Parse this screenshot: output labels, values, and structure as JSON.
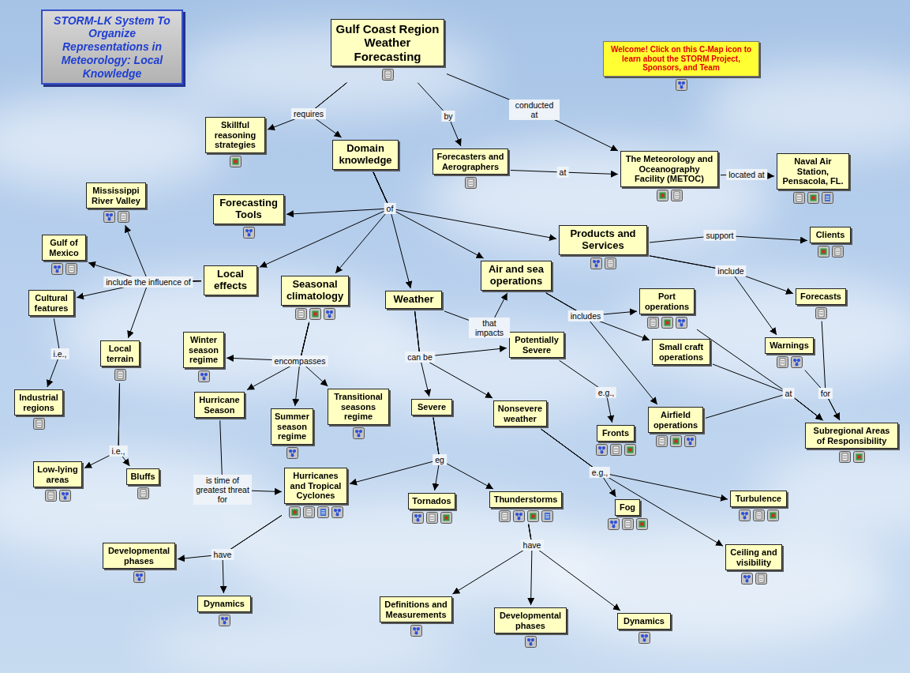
{
  "diagram": {
    "title": "STORM-LK System To Organize Representations in Meteorology: Local Knowledge",
    "nodes": [
      {
        "text": [
          "Gulf Coast Region Weather Forecasting"
        ]
      },
      {
        "text": [
          "Welcome! Click on this C-Map icon to learn about the STORM Project, Sponsors, and Team"
        ]
      },
      {
        "text": [
          "Skillful reasoning strategies"
        ]
      },
      {
        "text": [
          "Domain knowledge"
        ]
      },
      {
        "text": [
          "Forecasters and Aerographers"
        ]
      },
      {
        "text": [
          "The Meteorology and Oceanography Facility (METOC)"
        ]
      },
      {
        "text": [
          "Naval Air Station, Pensacola, FL."
        ]
      },
      {
        "text": [
          "Mississippi River Valley"
        ]
      },
      {
        "text": [
          "Forecasting Tools"
        ]
      },
      {
        "text": [
          "Products and Services"
        ]
      },
      {
        "text": [
          "Clients"
        ]
      },
      {
        "text": [
          "Gulf of Mexico"
        ]
      },
      {
        "text": [
          "Local effects"
        ]
      },
      {
        "text": [
          "Seasonal climatology"
        ]
      },
      {
        "text": [
          "Air and sea operations"
        ]
      },
      {
        "text": [
          "Weather"
        ]
      },
      {
        "text": [
          "Port operations"
        ]
      },
      {
        "text": [
          "Forecasts"
        ]
      },
      {
        "text": [
          "Cultural features"
        ]
      },
      {
        "text": [
          "Local terrain"
        ]
      },
      {
        "text": [
          "Winter season regime"
        ]
      },
      {
        "text": [
          "Potentially Severe"
        ]
      },
      {
        "text": [
          "Small craft operations"
        ]
      },
      {
        "text": [
          "Warnings"
        ]
      },
      {
        "text": [
          "Hurricane Season"
        ]
      },
      {
        "text": [
          "Transitional seasons regime"
        ]
      },
      {
        "text": [
          "Summer season regime"
        ]
      },
      {
        "text": [
          "Severe"
        ]
      },
      {
        "text": [
          "Nonsevere weather"
        ]
      },
      {
        "text": [
          "Industrial regions"
        ]
      },
      {
        "text": [
          "Fronts"
        ]
      },
      {
        "text": [
          "Airfield operations"
        ]
      },
      {
        "text": [
          "Subregional Areas of Responsibility"
        ]
      },
      {
        "text": [
          "Low-lying areas"
        ]
      },
      {
        "text": [
          "Bluffs"
        ]
      },
      {
        "text": [
          "Hurricanes and Tropical Cyclones"
        ]
      },
      {
        "text": [
          "Tornados"
        ]
      },
      {
        "text": [
          "Thunderstorms"
        ]
      },
      {
        "text": [
          "Turbulence"
        ]
      },
      {
        "text": [
          "Fog"
        ]
      },
      {
        "text": [
          "Developmental phases"
        ]
      },
      {
        "text": [
          "Ceiling and visibility"
        ]
      },
      {
        "text": [
          "Dynamics"
        ]
      },
      {
        "text": [
          "Definitions and Measurements"
        ]
      },
      {
        "text": [
          "Developmental phases"
        ]
      },
      {
        "text": [
          "Dynamics"
        ]
      }
    ],
    "edges": [
      {
        "from": 0,
        "to": 2,
        "label": "requires",
        "arrow": "to"
      },
      {
        "from": 0,
        "to": 3,
        "arrow": "to"
      },
      {
        "from": 0,
        "to": 4,
        "label": "by",
        "arrow": "to"
      },
      {
        "from": 0,
        "to": 5,
        "label": "conducted at",
        "arrow": "to"
      },
      {
        "from": 4,
        "to": 5,
        "label": "at",
        "arrow": "to"
      },
      {
        "from": 5,
        "to": 6,
        "label": "located at",
        "arrow": "to"
      },
      {
        "from": 3,
        "to": 8,
        "label": "of",
        "arrow": "to"
      },
      {
        "from": 3,
        "to": 12,
        "arrow": "to"
      },
      {
        "from": 3,
        "to": 13,
        "arrow": "to"
      },
      {
        "from": 3,
        "to": 15,
        "arrow": "to"
      },
      {
        "from": 3,
        "to": 14,
        "arrow": "to"
      },
      {
        "from": 3,
        "to": 9,
        "arrow": "to"
      },
      {
        "from": 9,
        "to": 10,
        "label": "support",
        "arrow": "to"
      },
      {
        "from": 9,
        "to": 17,
        "label": "include",
        "arrow": "to"
      },
      {
        "from": 9,
        "to": 23,
        "arrow": "to"
      },
      {
        "from": 12,
        "to": 7,
        "label": "include the influence of",
        "arrow": "to"
      },
      {
        "from": 12,
        "to": 11,
        "arrow": "to"
      },
      {
        "from": 12,
        "to": 18,
        "arrow": "to"
      },
      {
        "from": 12,
        "to": 19,
        "arrow": "to"
      },
      {
        "from": 18,
        "to": 29,
        "label": "i.e.,",
        "arrow": "to"
      },
      {
        "from": 19,
        "to": 33,
        "label": "i.e.,",
        "arrow": "to"
      },
      {
        "from": 19,
        "to": 34,
        "arrow": "to"
      },
      {
        "from": 13,
        "to": 20,
        "label": "encompasses",
        "arrow": "to"
      },
      {
        "from": 13,
        "to": 24,
        "arrow": "to"
      },
      {
        "from": 13,
        "to": 26,
        "arrow": "to"
      },
      {
        "from": 13,
        "to": 25,
        "arrow": "to"
      },
      {
        "from": 15,
        "to": 14,
        "label": "that impacts",
        "arrow": "to"
      },
      {
        "from": 15,
        "to": 21,
        "label": "can be",
        "arrow": "to"
      },
      {
        "from": 15,
        "to": 27,
        "arrow": "to"
      },
      {
        "from": 15,
        "to": 28,
        "arrow": "to"
      },
      {
        "from": 21,
        "to": 30,
        "label": "e.g.,",
        "arrow": "to"
      },
      {
        "from": 14,
        "to": 16,
        "label": "includes",
        "arrow": "to"
      },
      {
        "from": 14,
        "to": 22,
        "arrow": "to"
      },
      {
        "from": 14,
        "to": 31,
        "arrow": "to"
      },
      {
        "from": 16,
        "to": 32,
        "label": "at",
        "arrow": "to"
      },
      {
        "from": 22,
        "to": 32,
        "arrow": "to"
      },
      {
        "from": 31,
        "to": 32,
        "arrow": "to"
      },
      {
        "from": 17,
        "to": 32,
        "label": "for",
        "arrow": "to"
      },
      {
        "from": 23,
        "to": 32,
        "arrow": "to"
      },
      {
        "from": 27,
        "to": 35,
        "label": "eg",
        "arrow": "to"
      },
      {
        "from": 27,
        "to": 36,
        "arrow": "to"
      },
      {
        "from": 27,
        "to": 37,
        "arrow": "to"
      },
      {
        "from": 28,
        "to": 39,
        "label": "e.g.,",
        "arrow": "to"
      },
      {
        "from": 28,
        "to": 38,
        "arrow": "to"
      },
      {
        "from": 28,
        "to": 41,
        "arrow": "to"
      },
      {
        "from": 24,
        "to": 35,
        "label": "is time of greatest threat for",
        "arrow": "to"
      },
      {
        "from": 35,
        "to": 40,
        "label": "have",
        "arrow": "to"
      },
      {
        "from": 35,
        "to": 42,
        "arrow": "to"
      },
      {
        "from": 37,
        "to": 43,
        "label": "have",
        "arrow": "to"
      },
      {
        "from": 37,
        "to": 44,
        "arrow": "to"
      },
      {
        "from": 37,
        "to": 45,
        "arrow": "to"
      }
    ]
  }
}
